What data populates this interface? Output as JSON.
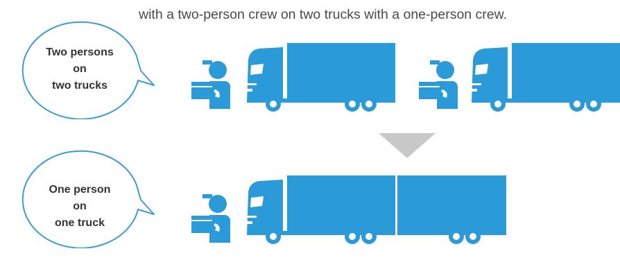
{
  "caption": "with a two-person crew on two trucks with a one-person crew.",
  "top_group": {
    "bubble_lines": [
      "Two persons",
      "on",
      "two trucks"
    ],
    "illustration": "two drivers, each with one truck",
    "icons": [
      "delivery-worker-icon",
      "truck-icon",
      "delivery-worker-icon",
      "truck-icon"
    ]
  },
  "bottom_group": {
    "bubble_lines": [
      "One person",
      "on",
      "one truck"
    ],
    "illustration": "one driver with a double-trailer truck",
    "icons": [
      "delivery-worker-icon",
      "double-trailer-truck-icon"
    ]
  },
  "colors": {
    "truck_blue": "#2B9AD8",
    "bubble_outline": "#3C9BD5",
    "arrow_gray": "#C8C8C8",
    "text": "#333333",
    "caption_text": "#4A4A4A"
  },
  "arrow_icon": "down-triangle-icon"
}
